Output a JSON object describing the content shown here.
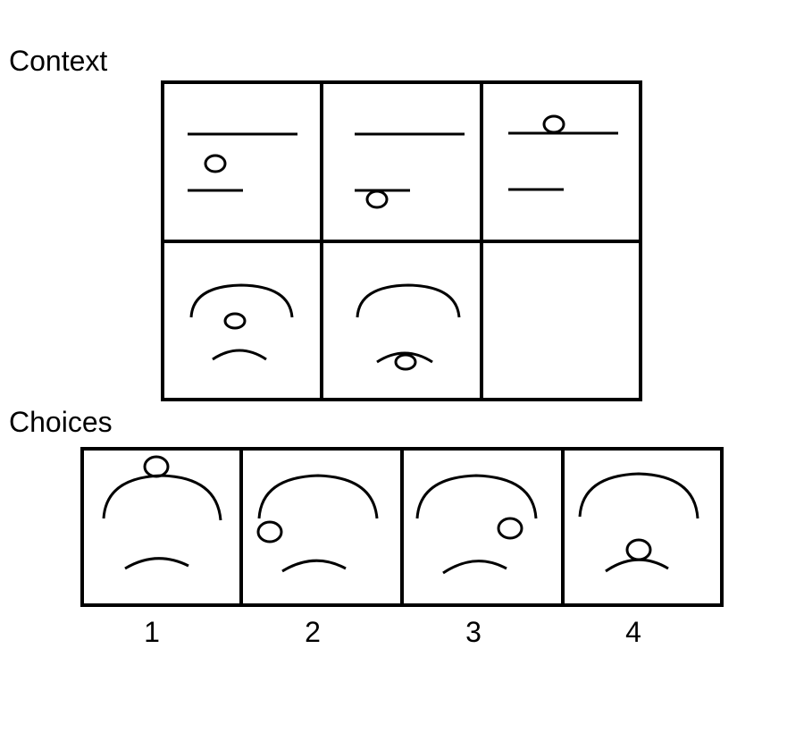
{
  "context": {
    "label": "Context",
    "grid": {
      "rows": 2,
      "cols": 3
    },
    "cells": [
      {
        "shape": "lines",
        "ring": "between"
      },
      {
        "shape": "lines",
        "ring": "under-lower"
      },
      {
        "shape": "lines",
        "ring": "on-upper"
      },
      {
        "shape": "arcs",
        "ring": "between"
      },
      {
        "shape": "arcs",
        "ring": "under-lower"
      },
      {
        "shape": "empty",
        "ring": "missing"
      }
    ]
  },
  "choices": {
    "label": "Choices",
    "options": [
      {
        "number": "1",
        "shape": "arcs",
        "ring": "on-upper"
      },
      {
        "number": "2",
        "shape": "arcs",
        "ring": "left"
      },
      {
        "number": "3",
        "shape": "arcs",
        "ring": "right"
      },
      {
        "number": "4",
        "shape": "arcs",
        "ring": "on-lower"
      }
    ]
  },
  "colors": {
    "stroke": "#000000",
    "background": "#ffffff"
  }
}
